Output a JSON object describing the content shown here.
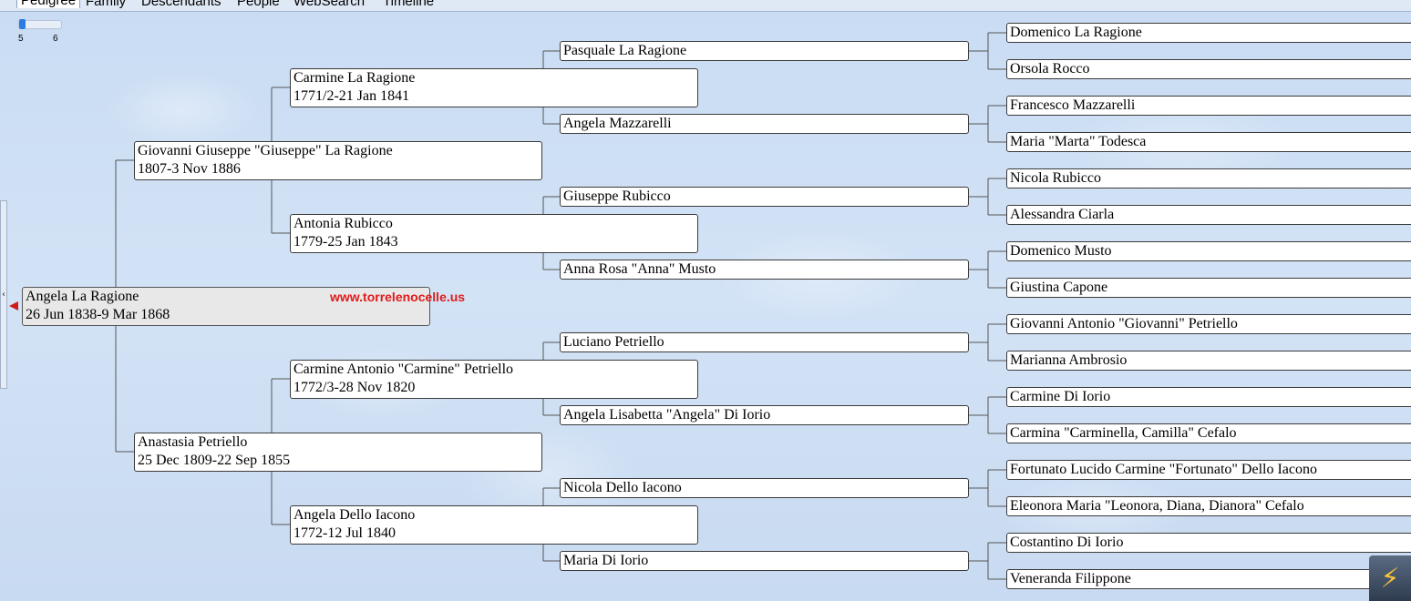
{
  "tabs": [
    {
      "label": "Pedigree",
      "active": true
    },
    {
      "label": "Family"
    },
    {
      "label": "Descendants"
    },
    {
      "label": "People"
    },
    {
      "label": "WebSearch"
    },
    {
      "label": "Timeline"
    }
  ],
  "generations": {
    "min_label": "5",
    "max_label": "6",
    "value": 5
  },
  "watermark": "www.torrelenocelle.us",
  "icons": {
    "collapse": "chevron-left-icon",
    "navigate": "red-arrow-icon",
    "corner": "lightning-icon"
  },
  "root": {
    "name": "Angela La Ragione",
    "dates": "26 Jun 1838-9 Mar 1868"
  },
  "gen2": [
    {
      "name": "Giovanni Giuseppe \"Giuseppe\" La Ragione",
      "dates": "1807-3 Nov 1886"
    },
    {
      "name": "Anastasia Petriello",
      "dates": "25 Dec 1809-22 Sep 1855"
    }
  ],
  "gen3": [
    {
      "name": "Carmine La Ragione",
      "dates": "1771/2-21 Jan 1841"
    },
    {
      "name": "Antonia Rubicco",
      "dates": "1779-25 Jan 1843"
    },
    {
      "name": "Carmine Antonio \"Carmine\" Petriello",
      "dates": "1772/3-28 Nov 1820"
    },
    {
      "name": "Angela Dello Iacono",
      "dates": "1772-12 Jul 1840"
    }
  ],
  "gen4": [
    "Pasquale La Ragione",
    "Angela Mazzarelli",
    "Giuseppe Rubicco",
    "Anna Rosa \"Anna\" Musto",
    "Luciano Petriello",
    "Angela Lisabetta \"Angela\" Di Iorio",
    "Nicola Dello Iacono",
    "Maria Di Iorio"
  ],
  "gen5": [
    "Domenico La Ragione",
    "Orsola Rocco",
    "Francesco Mazzarelli",
    "Maria \"Marta\" Todesca",
    "Nicola Rubicco",
    "Alessandra Ciarla",
    "Domenico Musto",
    "Giustina Capone",
    "Giovanni Antonio \"Giovanni\" Petriello",
    "Marianna Ambrosio",
    "Carmine Di Iorio",
    "Carmina \"Carminella, Camilla\" Cefalo",
    "Fortunato Lucido Carmine \"Fortunato\" Dello Iacono",
    "Eleonora Maria \"Leonora, Diana, Dianora\" Cefalo",
    "Costantino Di Iorio",
    "Veneranda Filippone"
  ]
}
